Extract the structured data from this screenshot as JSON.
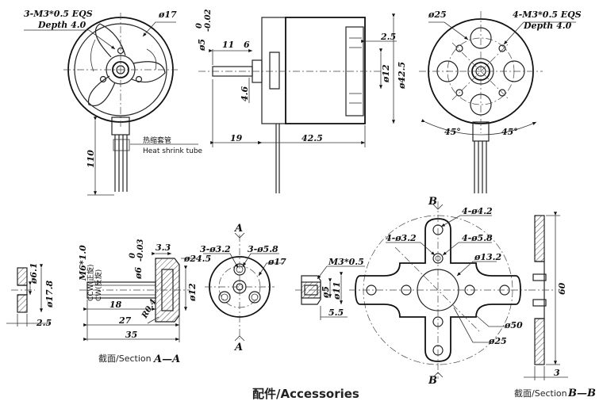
{
  "motor_front": {
    "thread_note": "3-M3*0.5 EQS",
    "depth_note": "Depth 4.0",
    "dia_body": "ø17",
    "heat_shrink_cn": "热缩套管",
    "heat_shrink_en": "Heat shrink tube",
    "lead_length": "110"
  },
  "motor_side": {
    "shaft_dia": "ø5",
    "shaft_tol_upper": "0",
    "shaft_tol_lower": "-0.02",
    "dim_11": "11",
    "dim_6": "6",
    "dim_4_6": "4.6",
    "dim_19": "19",
    "dim_42_5": "42.5",
    "dim_2_5": "2.5",
    "dia_12": "ø12",
    "dia_42_5": "ø42.5"
  },
  "motor_rear": {
    "dia_25": "ø25",
    "thread_note": "4-M3*0.5 EQS",
    "depth_note": "Depth 4.0",
    "angle_left": "45°",
    "angle_right": "45°"
  },
  "washer": {
    "dia_6_1": "ø6.1",
    "dia_17_8": "ø17.8",
    "thickness": "2.5"
  },
  "prop_adapter": {
    "thread": "M6*1.0",
    "ccw_label": "CCW(正旋)",
    "cw_label": "CW(反旋)",
    "dia_6": "ø6",
    "dia_6_upper": "0",
    "dia_6_lower": "-0.03",
    "dim_3_3": "3.3",
    "dia_24_5": "ø24.5",
    "dia_12": "ø12",
    "radius": "R0.4",
    "dim_18": "18",
    "dim_27": "27",
    "dim_35": "35",
    "section_prefix": "截面/Section",
    "section_name": "A—A"
  },
  "adapter_front": {
    "section_mark_top": "A",
    "section_mark_bottom": "A",
    "holes_3_2": "3-ø3.2",
    "holes_5_8": "3-ø5.8",
    "dia_17": "ø17"
  },
  "nut": {
    "thread": "M3*0.5",
    "dia_5": "ø5",
    "dia_11": "ø11",
    "length": "5.5"
  },
  "cross_mount": {
    "section_mark_top": "B",
    "section_mark_bottom": "B",
    "holes_4_2": "4-ø4.2",
    "holes_3_2": "4-ø3.2",
    "holes_5_8": "4-ø5.8",
    "dia_13_2": "ø13.2",
    "dia_50": "ø50",
    "dia_25": "ø25"
  },
  "cross_section": {
    "height": "60",
    "thickness": "3",
    "section_prefix": "截面/Section",
    "section_name": "B—B"
  },
  "accessories_title": "配件/Accessories"
}
